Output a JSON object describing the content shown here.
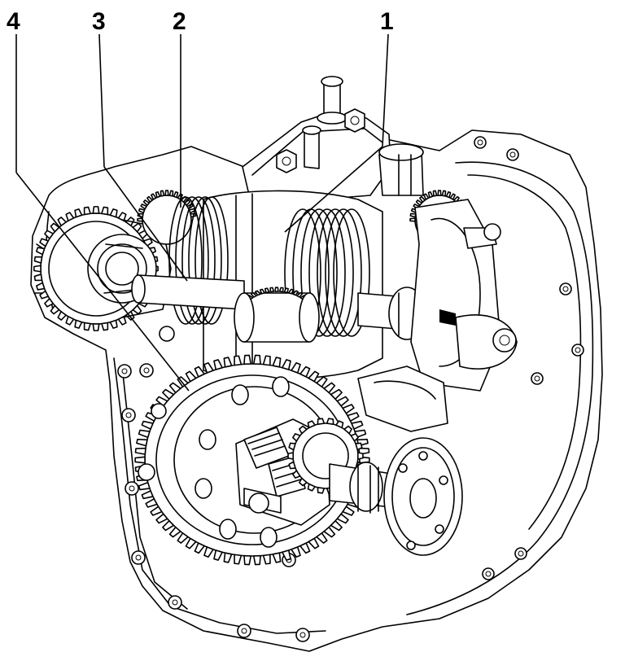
{
  "callouts": [
    {
      "id": "1",
      "text": "1"
    },
    {
      "id": "2",
      "text": "2"
    },
    {
      "id": "3",
      "text": "3"
    },
    {
      "id": "4",
      "text": "4"
    }
  ],
  "colors": {
    "line": "#000000",
    "background": "#ffffff"
  }
}
